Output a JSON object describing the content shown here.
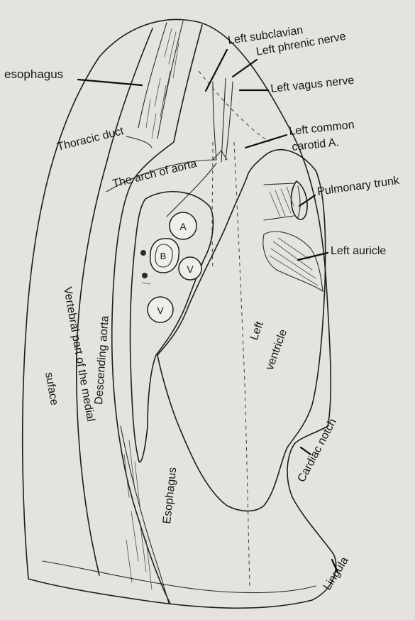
{
  "labels": {
    "esophagus_top": "esophagus",
    "left_subclavian": "Left subclavian",
    "left_phrenic_nerve": "Left phrenic nerve",
    "left_vagus_nerve": "Left vagus nerve",
    "thoracic_duct": "Thoracic duct",
    "left_common_carotid_line1": "Left common",
    "left_common_carotid_line2": "carotid A.",
    "arch_of_aorta": "The arch of aorta",
    "pulmonary_trunk": "Pulmonary trunk",
    "left_auricle": "Left auricle",
    "left_ventricle_line1": "Left",
    "left_ventricle_line2": "ventricle",
    "vertebral_part_line1": "Vertebral part of the medial",
    "vertebral_part_line2": "suface",
    "descending_aorta": "Descending aorta",
    "cardiac_notch": "Cardiac notch",
    "esophagus_bottom": "Esophagus",
    "lingula": "Lingula"
  },
  "hilum": {
    "artery": "A",
    "bronchus": "B",
    "vein_upper": "V",
    "vein_lower": "V"
  },
  "colors": {
    "paper": "#e4e3df",
    "ink": "#1d1d1d"
  }
}
